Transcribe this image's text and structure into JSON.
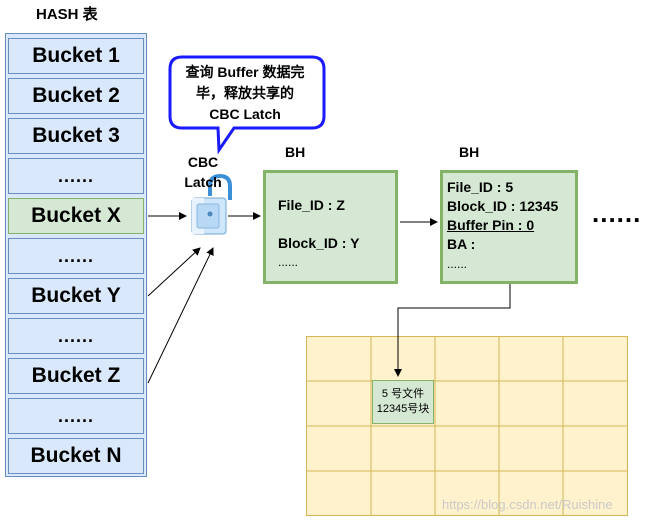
{
  "hash_table": {
    "title": "HASH 表",
    "buckets": [
      {
        "label": "Bucket 1",
        "highlighted": false
      },
      {
        "label": "Bucket 2",
        "highlighted": false
      },
      {
        "label": "Bucket 3",
        "highlighted": false
      },
      {
        "label": "......",
        "highlighted": false
      },
      {
        "label": "Bucket X",
        "highlighted": true
      },
      {
        "label": "......",
        "highlighted": false
      },
      {
        "label": "Bucket Y",
        "highlighted": false
      },
      {
        "label": "......",
        "highlighted": false
      },
      {
        "label": "Bucket Z",
        "highlighted": false
      },
      {
        "label": "......",
        "highlighted": false
      },
      {
        "label": "Bucket N",
        "highlighted": false
      }
    ]
  },
  "callout": {
    "line1": "查询 Buffer 数据完",
    "line2": "毕，释放共享的",
    "line3": "CBC Latch"
  },
  "cbc_latch": {
    "line1": "CBC",
    "line2": "Latch"
  },
  "bh1": {
    "label": "BH",
    "file_id": "File_ID : Z",
    "block_id": "Block_ID : Y",
    "more": "......"
  },
  "bh2": {
    "label": "BH",
    "file_id": "File_ID : 5",
    "block_id": "Block_ID : 12345",
    "buffer_pin": "Buffer Pin :  0",
    "ba": "BA :",
    "more": "......"
  },
  "more_dots": "......",
  "buffer_cell": {
    "line1": "5 号文件",
    "line2": "12345号块"
  },
  "watermark": "https://blog.csdn.net/Ruishine",
  "colors": {
    "bucket_fill": "#dae8fc",
    "bucket_border": "#6c8ebf",
    "bh_fill": "#d5e8d4",
    "bh_border": "#82b366",
    "buffer_fill": "#fff2cc",
    "buffer_border": "#d6b656",
    "callout_border": "#1a1aff"
  },
  "icons": {
    "latch": "lock-icon"
  }
}
